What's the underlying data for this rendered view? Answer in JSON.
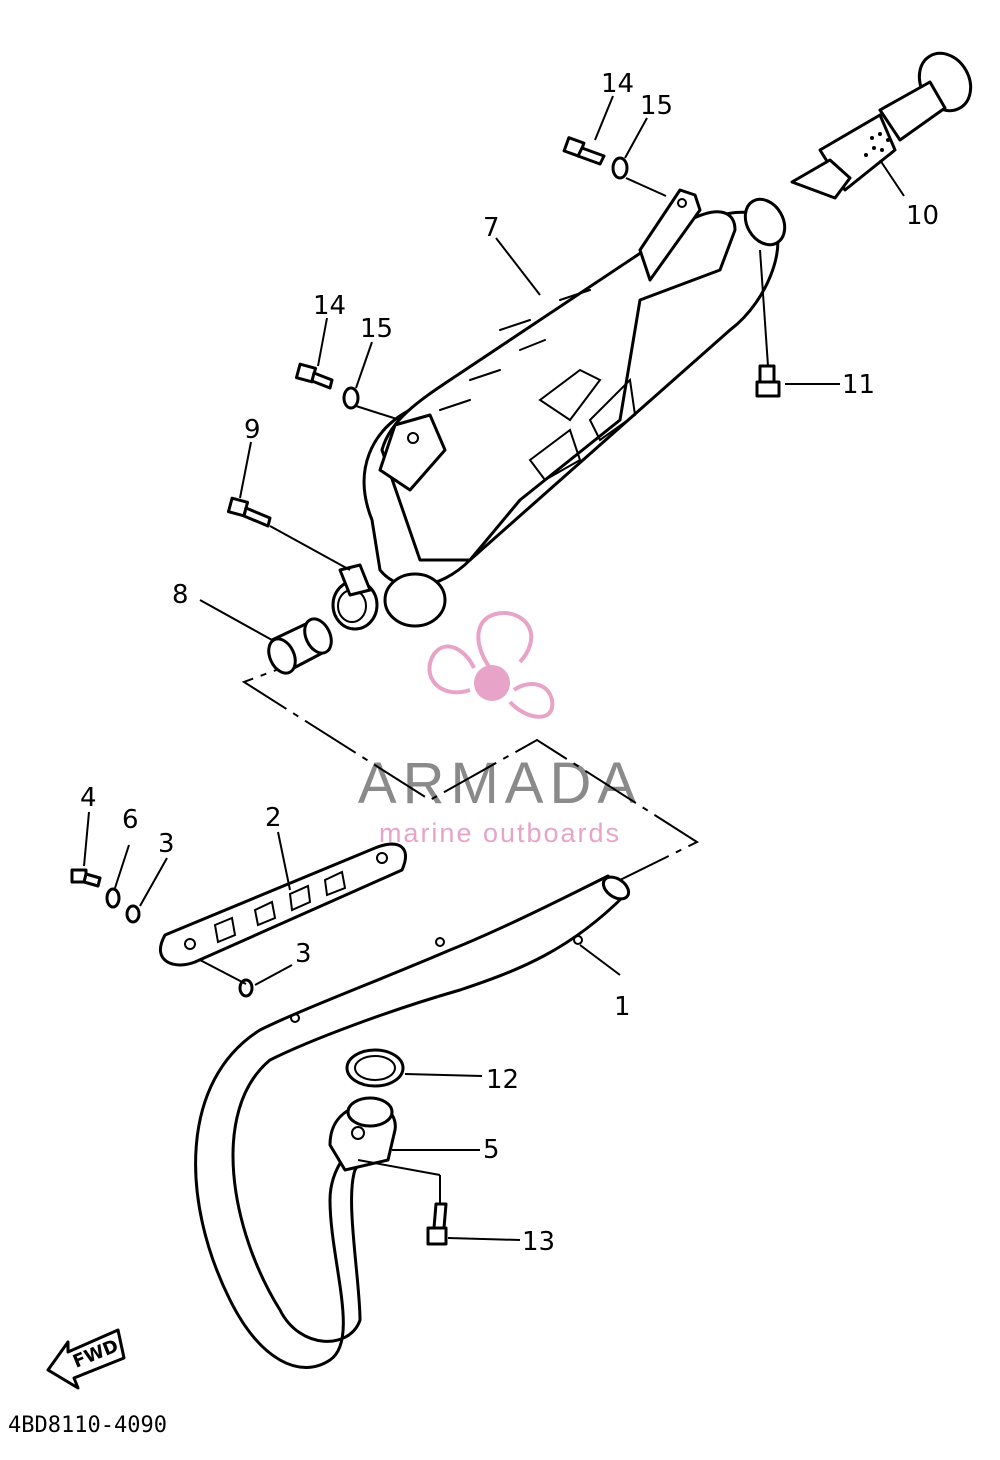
{
  "diagram": {
    "drawing_code": "4BD8110-4090",
    "fwd_label": "FWD",
    "callouts": [
      {
        "id": "1",
        "text": "1"
      },
      {
        "id": "2",
        "text": "2"
      },
      {
        "id": "3a",
        "text": "3"
      },
      {
        "id": "3b",
        "text": "3"
      },
      {
        "id": "4",
        "text": "4"
      },
      {
        "id": "5",
        "text": "5"
      },
      {
        "id": "6",
        "text": "6"
      },
      {
        "id": "7",
        "text": "7"
      },
      {
        "id": "8",
        "text": "8"
      },
      {
        "id": "9",
        "text": "9"
      },
      {
        "id": "10",
        "text": "10"
      },
      {
        "id": "11",
        "text": "11"
      },
      {
        "id": "12",
        "text": "12"
      },
      {
        "id": "13",
        "text": "13"
      },
      {
        "id": "14a",
        "text": "14"
      },
      {
        "id": "14b",
        "text": "14"
      },
      {
        "id": "15a",
        "text": "15"
      },
      {
        "id": "15b",
        "text": "15"
      }
    ]
  },
  "watermark": {
    "brand": "ARMADA",
    "tagline": "marine outboards",
    "brand_color": "#8a8a8a",
    "logo_color": "#e7a3c8"
  }
}
